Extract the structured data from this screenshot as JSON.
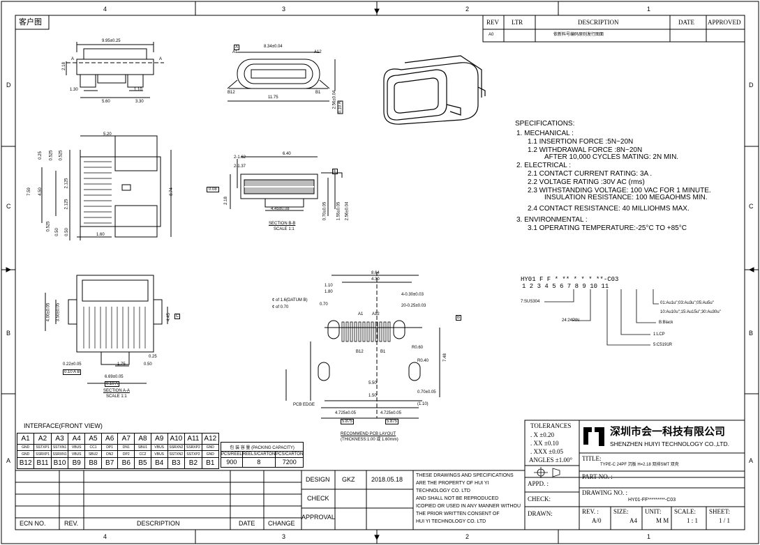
{
  "border": {
    "top_zones": [
      "4",
      "3",
      "2",
      "1"
    ],
    "bottom_zones": [
      "4",
      "3",
      "2",
      "1"
    ],
    "left_zones": [
      "D",
      "C",
      "B",
      "A"
    ],
    "right_zones": [
      "D",
      "C",
      "B",
      "A"
    ]
  },
  "customer_label": "客户图",
  "revision_table": {
    "headers": [
      "REV",
      "LTR",
      "DESCRIPTION",
      "DATE",
      "APPROVED"
    ],
    "row": [
      "A0",
      "",
      "依新料号编码原则发行图面",
      "",
      ""
    ]
  },
  "dims": {
    "top_width": "9.95±0.25",
    "top_height": "2.18",
    "left_1_30": "1.30",
    "right_1_10": "1.10",
    "bottom_5_60": "5.60",
    "bottom_3_30": "3.30",
    "section_a": "A",
    "front_width": "8.34±0.04",
    "front_total": "11.75",
    "pin_a1": "A1",
    "pin_a12": "A12",
    "pin_b12": "B12",
    "pin_b1": "B1",
    "front_h": "2.56±0.04",
    "datum_a": "A",
    "tol_box": "0.10 A",
    "flat_5_20": "5.20",
    "side_7_59": "7.59",
    "side_4_50": "4.50",
    "side_8_74": "8.74",
    "side_2_125a": "2.125",
    "side_2_125b": "2.125",
    "side_0_25": "0.25",
    "side_0_525a": "0.525",
    "side_0_525b": "0.525",
    "side_0_525c": "0.525",
    "side_0_50a": "0.50",
    "side_0_50b": "0.50",
    "side_1_60": "1.60",
    "sec_6_40": "6.40",
    "sec_162": "2-1.62",
    "sec_137": "2-1.37",
    "sec_445": "4.45±0.08",
    "sec_218": "2.18",
    "sec_070": "0.70±0.05",
    "sec_155": "1.55±0.05",
    "sec_256": "2.56±0.04",
    "sec_flat": "0.08",
    "sec_e": "E",
    "section_bb": "SECTION B-B",
    "section_bb_scale": "SCALE 1:1",
    "bottom_400": "4.00±0.05",
    "bottom_350": "3.50±0.05",
    "bottom_445": "4.45",
    "bottom_025": "0.25",
    "bottom_175": "1.75",
    "bottom_050": "0.50",
    "bottom_022": "0.22±0.05",
    "bottom_tol1": "0.10 A B",
    "bottom_669": "6.69±0.05",
    "bottom_tol2": "0.10 A",
    "datum_c": "C",
    "section_aa": "SECTION A-A",
    "section_aa_scale": "SCALE 1:1",
    "pcb_864": "8.64",
    "pcb_430": "4.30",
    "pcb_110": "1.10",
    "pcb_180": "1.80",
    "pcb_070": "0.70",
    "pcb_datum_b": "¢ of 1.6(DATUM B)",
    "pcb_c070": "¢ of 0.70",
    "pcb_4_030": "4-0.30±0.03",
    "pcb_20_025": "20-0.25±0.03",
    "pcb_a1": "A1",
    "pcb_a12": "A12",
    "pcb_b12": "B12",
    "pcb_b1": "B1",
    "pcb_060": "R0.60",
    "pcb_040": "R0.40",
    "pcb_748": "7.48",
    "pcb_550": "5.50",
    "pcb_150": "1.50",
    "pcb_4725a": "4.725±0.05",
    "pcb_4725b": "4.725±0.05",
    "pcb_5875a": "5.875",
    "pcb_5875b": "5.875",
    "pcb_110b": "(1.10)",
    "pcb_070b": "0.70±0.05",
    "pcb_edge": "PCB EDGE",
    "pcb_layout": "RECOMMEND PCB LAYOUT",
    "pcb_layout_sub": "(THICKNESS:1.00 或 1.60mm)",
    "pcb_datum_box": "B"
  },
  "specifications": {
    "title": "SPECIFICATIONS:",
    "lines": [
      "1. MECHANICAL :",
      "1.1  INSERTION FORCE :5N~20N",
      "1.2  WITHDRAWAL FORCE :8N~20N",
      "AFTER 10,000 CYCLES MATING: 2N MIN.",
      "2. ELECTRICAL :",
      "2.1  CONTACT CURRENT RATING: 3A .",
      "2.2  VOLTAGE RATING :30V AC (rms)",
      "2.3  WITHSTANDING VOLTAGE: 100 VAC FOR 1 MINUTE.",
      "INSULATION RESISTANCE: 100 MEGAOHMS MIN.",
      "2.4  CONTACT RESISTANCE: 40 MILLIOHMS MAX.",
      "3. ENVIRONMENTAL :",
      "3.1  OPERATING TEMPERATURE:-25°C TO +85°C"
    ]
  },
  "part_code": {
    "code": "HY01  F  F  *  **  *  *  *  **-C03",
    "positions": "1  2   3   4   5      6      7    8    9      10    11",
    "opt_material": "7:SUS304",
    "opt_pin": "24:24PIN",
    "opt_plating1": "01:Au1u\";03:Au3u\";05:Au5u\"",
    "opt_plating2": "10:Au10u\";15:Au15u\";30:Au30u\"",
    "opt_color": "B:Black",
    "opt_pack": "1:LCP",
    "opt_mat": "5:C5191R"
  },
  "interface": {
    "title": "INTERFACE(FRONT VIEW)",
    "row1": [
      "A1",
      "A2",
      "A3",
      "A4",
      "A5",
      "A6",
      "A7",
      "A8",
      "A9",
      "A10",
      "A11",
      "A12"
    ],
    "row2": [
      "GND",
      "SSTXP1",
      "SSTXN1",
      "VBUS",
      "CC1",
      "DP1",
      "DN1",
      "SBU1",
      "VBUS",
      "SSRXN2",
      "SSRXP2",
      "GND"
    ],
    "row3": [
      "GND",
      "SSRXP1",
      "SSRXN1",
      "VBUS",
      "SBU2",
      "DN2",
      "DP2",
      "CC2",
      "VBUS",
      "SSTXN2",
      "SSTXP2",
      "GND"
    ],
    "row4": [
      "B12",
      "B11",
      "B10",
      "B9",
      "B8",
      "B7",
      "B6",
      "B5",
      "B4",
      "B3",
      "B2",
      "B1"
    ]
  },
  "packing": {
    "title": "包 装 容 量 (PACKING CAPACITY)",
    "headers": [
      "PCS/REEL",
      "REELS/CARTON",
      "PCS/CARTON"
    ],
    "values": [
      "900",
      "8",
      "7200"
    ]
  },
  "title_block": {
    "ecn_headers": [
      "ECN NO.",
      "REV.",
      "DESCRIPTION",
      "DATE",
      "CHANGE"
    ],
    "design_label": "DESIGN",
    "design_name": "GKZ",
    "design_date": "2018.05.18",
    "check_label": "CHECK",
    "approval_label": "APPROVAL",
    "notice": [
      "THESE DRAWINGS AND SPECIFICATIONS",
      "ARE THE PROPERTY OF HUI YI",
      "TECHNOLOGY  CO. LTD",
      "AND SHALL NOT BE REPRODUCED",
      "ICOPIED OR USED IN ANY MANNER WITHOU",
      "THE PRIOR WRITTEN CONSENT OF",
      "HUI YI  TECHNOLOGY CO. LTD"
    ],
    "tolerances_title": "TOLERANCES",
    "tol_x": ". X        ±0.20",
    "tol_xx": ". XX      ±0.10",
    "tol_xxx": ". XXX    ±0.05",
    "tol_angles": "ANGLES ±1.00°",
    "company_cn": "深圳市会一科技有限公司",
    "company_en": "SHENZHEN  HUIYI  TECHNOLOGY  CO.,LTD.",
    "title_label": "TITLE:",
    "title_value": "TYPE-C 24PF 沉板 H=2.18 双排SMT 双壳",
    "appd_label": "APPD. :",
    "check2_label": "CHECK:",
    "drawn_label": "DRAWN:",
    "partno_label": "PART NO. :",
    "drawingno_label": "DRAWING NO. :",
    "drawingno_value": "HY01-FF*********-C03",
    "rev_label": "REV. :",
    "rev_value": "A/0",
    "size_label": "SIZE:",
    "size_value": "A4",
    "unit_label": "UNIT:",
    "unit_value": "M M",
    "scale_label": "SCALE:",
    "scale_value": "1 : 1",
    "sheet_label": "SHEET:",
    "sheet_value": "1 / 1"
  }
}
